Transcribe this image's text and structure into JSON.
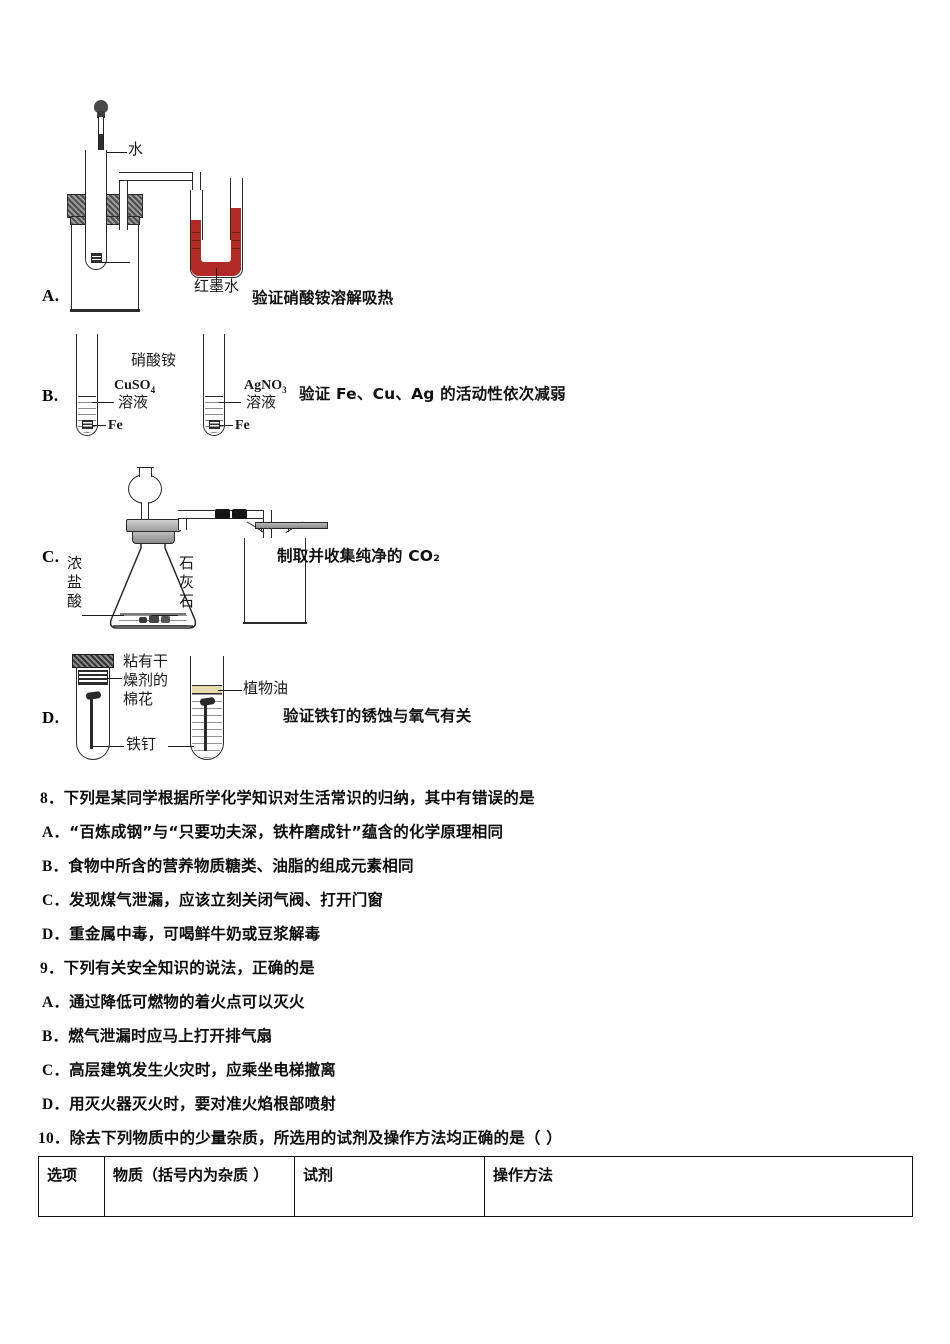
{
  "document": {
    "type": "chemistry-exam-page",
    "language": "zh-CN"
  },
  "experiment_options": [
    {
      "letter": "A.",
      "caption": "验证硝酸铵溶解吸热",
      "labels": {
        "water": "水",
        "ammonium_nitrate": "硝酸铵",
        "red_ink": "红墨水"
      },
      "colors": {
        "red_ink": "#b02b25"
      }
    },
    {
      "letter": "B.",
      "caption": "验证 Fe、Cu、Ag 的活动性依次减弱",
      "labels": {
        "tube1_reagent_formula": "CuSO₄",
        "tube1_reagent_state": "溶液",
        "tube1_metal": "Fe",
        "tube2_reagent_formula": "AgNO₃",
        "tube2_reagent_state": "溶液",
        "tube2_metal": "Fe"
      }
    },
    {
      "letter": "C.",
      "caption": "制取并收集纯净的 CO₂",
      "labels": {
        "acid": "浓盐酸",
        "limestone": "石灰石"
      }
    },
    {
      "letter": "D.",
      "caption": "验证铁钉的锈蚀与氧气有关",
      "labels": {
        "cotton": "粘有干燥剂的棉花",
        "vegetable_oil": "植物油",
        "iron_nail": "铁钉"
      },
      "colors": {
        "vegetable_oil": "#e6dcae"
      }
    }
  ],
  "questions": [
    {
      "number": "8．",
      "stem": "下列是某同学根据所学化学知识对生活常识的归纳，其中有错误的是",
      "choices": [
        {
          "label": "A．",
          "text": "“百炼成钢”与“只要功夫深，铁杵磨成针”蕴含的化学原理相同"
        },
        {
          "label": "B．",
          "text": "食物中所含的营养物质糖类、油脂的组成元素相同"
        },
        {
          "label": "C．",
          "text": "发现煤气泄漏，应该立刻关闭气阀、打开门窗"
        },
        {
          "label": "D．",
          "text": "重金属中毒，可喝鲜牛奶或豆浆解毒"
        }
      ]
    },
    {
      "number": "9．",
      "stem": "下列有关安全知识的说法，正确的是",
      "choices": [
        {
          "label": "A．",
          "text": "通过降低可燃物的着火点可以灭火"
        },
        {
          "label": "B．",
          "text": "燃气泄漏时应马上打开排气扇"
        },
        {
          "label": "C．",
          "text": "高层建筑发生火灾时，应乘坐电梯撤离"
        },
        {
          "label": "D．",
          "text": "用灭火器灭火时，要对准火焰根部喷射"
        }
      ]
    },
    {
      "number": "10．",
      "stem": "除去下列物质中的少量杂质，所选用的试剂及操作方法均正确的是（     ）",
      "table": {
        "headers": [
          "选项",
          "物质（括号内为杂质 ）",
          "试剂",
          "操作方法"
        ],
        "rows": []
      }
    }
  ]
}
